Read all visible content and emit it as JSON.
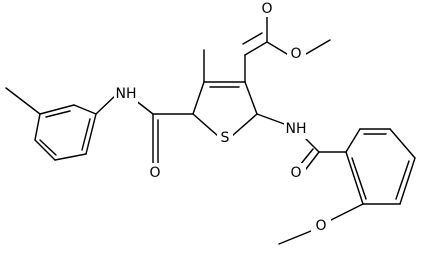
{
  "molecule": {
    "atoms": {
      "o_methoxy_top": "O",
      "o_ester_carbonyl": "O",
      "nh_amide_left": "NH",
      "o_amide_left": "O",
      "s_ring": "S",
      "nh_amide_right": "NH",
      "o_amide_right": "O",
      "o_methoxy_bottom": "O"
    },
    "bond_color": "#000000",
    "background": "#ffffff"
  }
}
